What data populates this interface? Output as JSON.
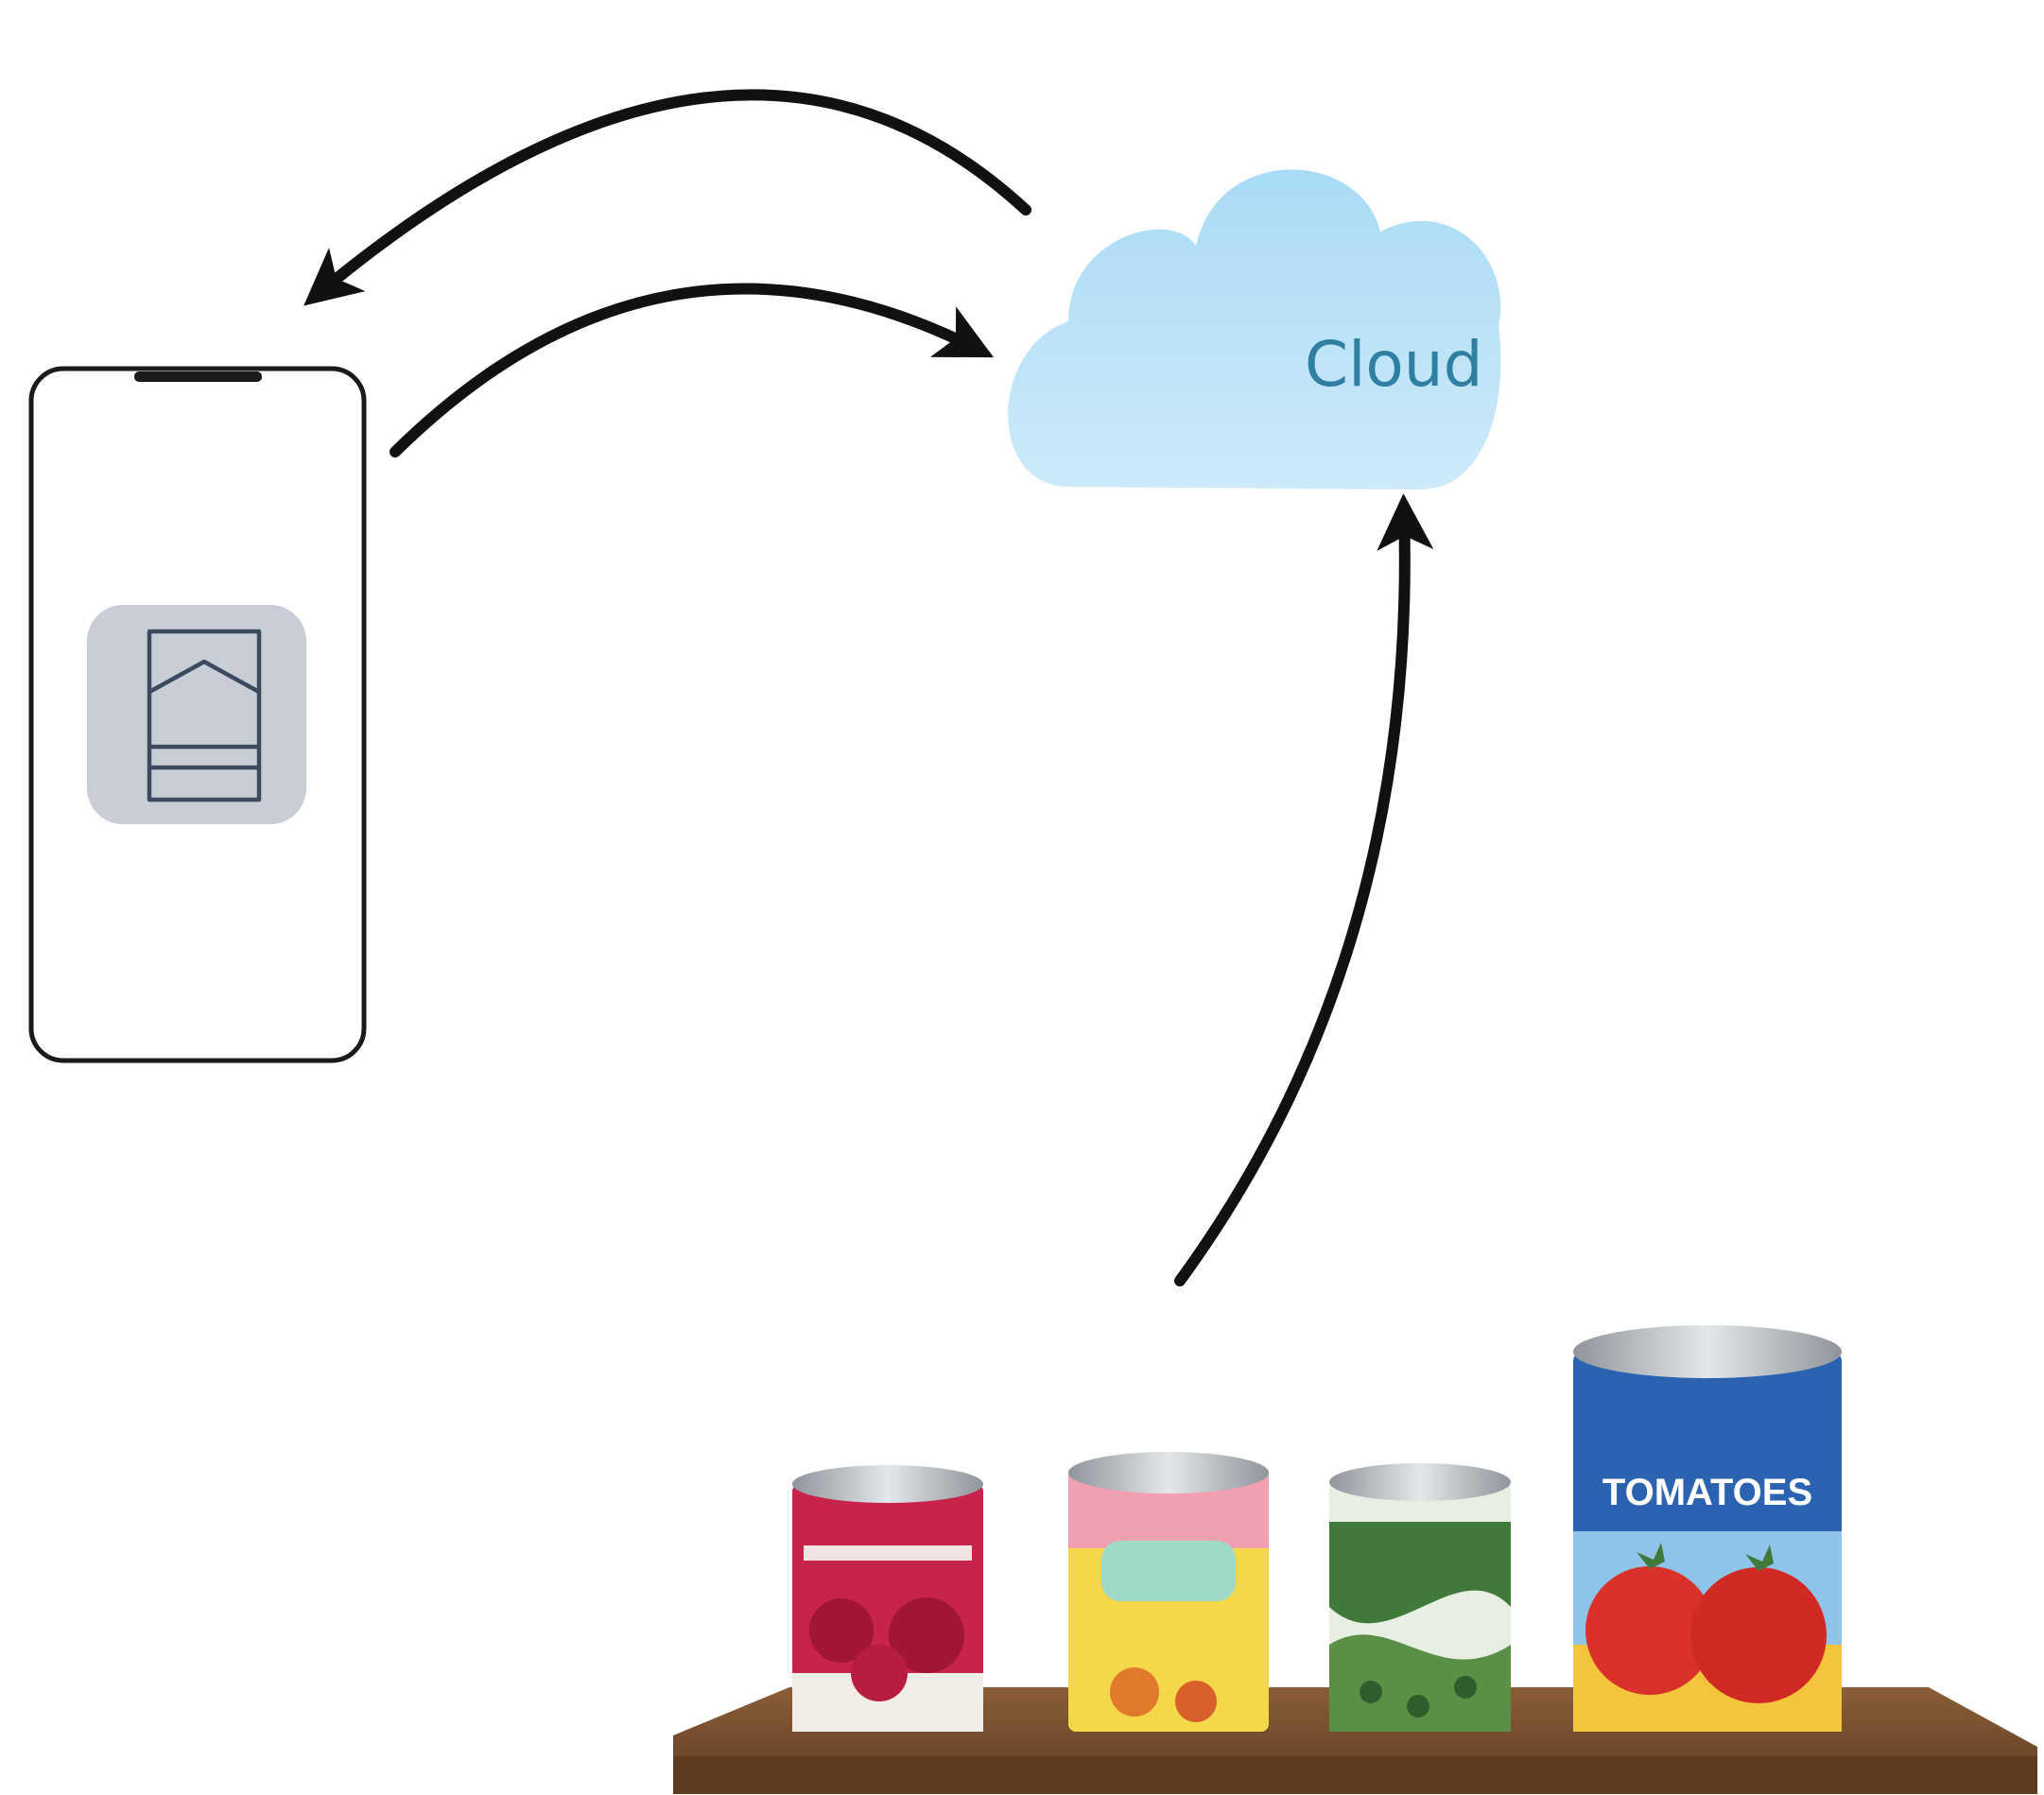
{
  "diagram": {
    "cloud": {
      "label": "Cloud",
      "fill": "#bde3f7",
      "label_color": "#2f7fa3"
    },
    "phone": {
      "app_icon": "pantry-app-icon",
      "stroke": "#1a1a1a"
    },
    "arrows": [
      {
        "from": "cloud",
        "to": "phone",
        "icon": "curved-arrow"
      },
      {
        "from": "phone",
        "to": "cloud",
        "icon": "curved-arrow"
      },
      {
        "from": "shelf",
        "to": "cloud",
        "icon": "curved-arrow"
      }
    ],
    "shelf": {
      "wood_color": "#7a5230",
      "cans": [
        {
          "id": "can-1",
          "label": "",
          "colors": [
            "#c8234a",
            "#f2ede6"
          ]
        },
        {
          "id": "can-2",
          "label": "",
          "colors": [
            "#f0a0b0",
            "#f5d84a"
          ]
        },
        {
          "id": "can-3",
          "label": "",
          "colors": [
            "#3f7a3a",
            "#e8efe2"
          ]
        },
        {
          "id": "can-4",
          "label": "TOMATOES",
          "colors": [
            "#2b63b0",
            "#d8322a"
          ]
        }
      ]
    }
  }
}
